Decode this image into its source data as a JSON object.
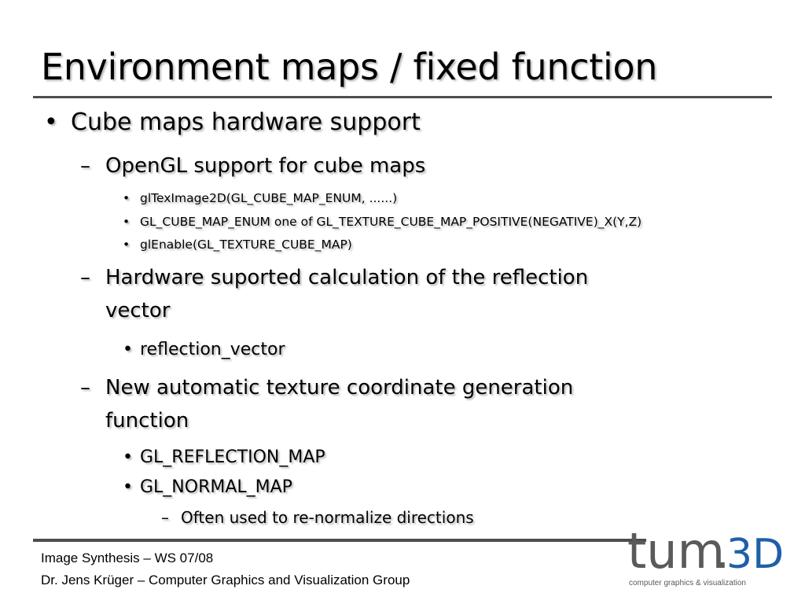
{
  "slide": {
    "title": "Environment maps / fixed function",
    "bullet_level1": "•",
    "bullet_level2": "–",
    "bullet_level3": "•",
    "bullet_level4": "–",
    "items": [
      {
        "level": 1,
        "text": "Cube maps hardware support"
      },
      {
        "level": 2,
        "text": "OpenGL support for cube maps"
      },
      {
        "level": 3,
        "text": "glTexImage2D(GL_CUBE_MAP_ENUM, ......)"
      },
      {
        "level": 3,
        "text": "GL_CUBE_MAP_ENUM one of GL_TEXTURE_CUBE_MAP_POSITIVE(NEGATIVE)_X(Y,Z)"
      },
      {
        "level": 3,
        "text": "glEnable(GL_TEXTURE_CUBE_MAP)"
      },
      {
        "level": 2,
        "text_line1": "Hardware suported calculation of the reflection",
        "text_line2": "vector"
      },
      {
        "level": 3,
        "text": "reflection_vector"
      },
      {
        "level": 2,
        "text_line1": "New automatic texture coordinate generation",
        "text_line2": "function"
      },
      {
        "level": 3,
        "text": "GL_REFLECTION_MAP"
      },
      {
        "level": 3,
        "text": "GL_NORMAL_MAP"
      },
      {
        "level": 4,
        "text": "Often used to re-normalize directions"
      }
    ]
  },
  "footer": {
    "course": "Image Synthesis – WS 07/08",
    "author": "Dr. Jens Krüger – Computer Graphics and Visualization Group"
  },
  "logo": {
    "wordmark_tum": "tum",
    "wordmark_dot": ".",
    "wordmark_3d": "3D",
    "tagline": "computer graphics & visualization",
    "colors": {
      "tum": "#5a5a5a",
      "dot": "#5a5a5a",
      "three_d": "#1f5fa8"
    }
  }
}
